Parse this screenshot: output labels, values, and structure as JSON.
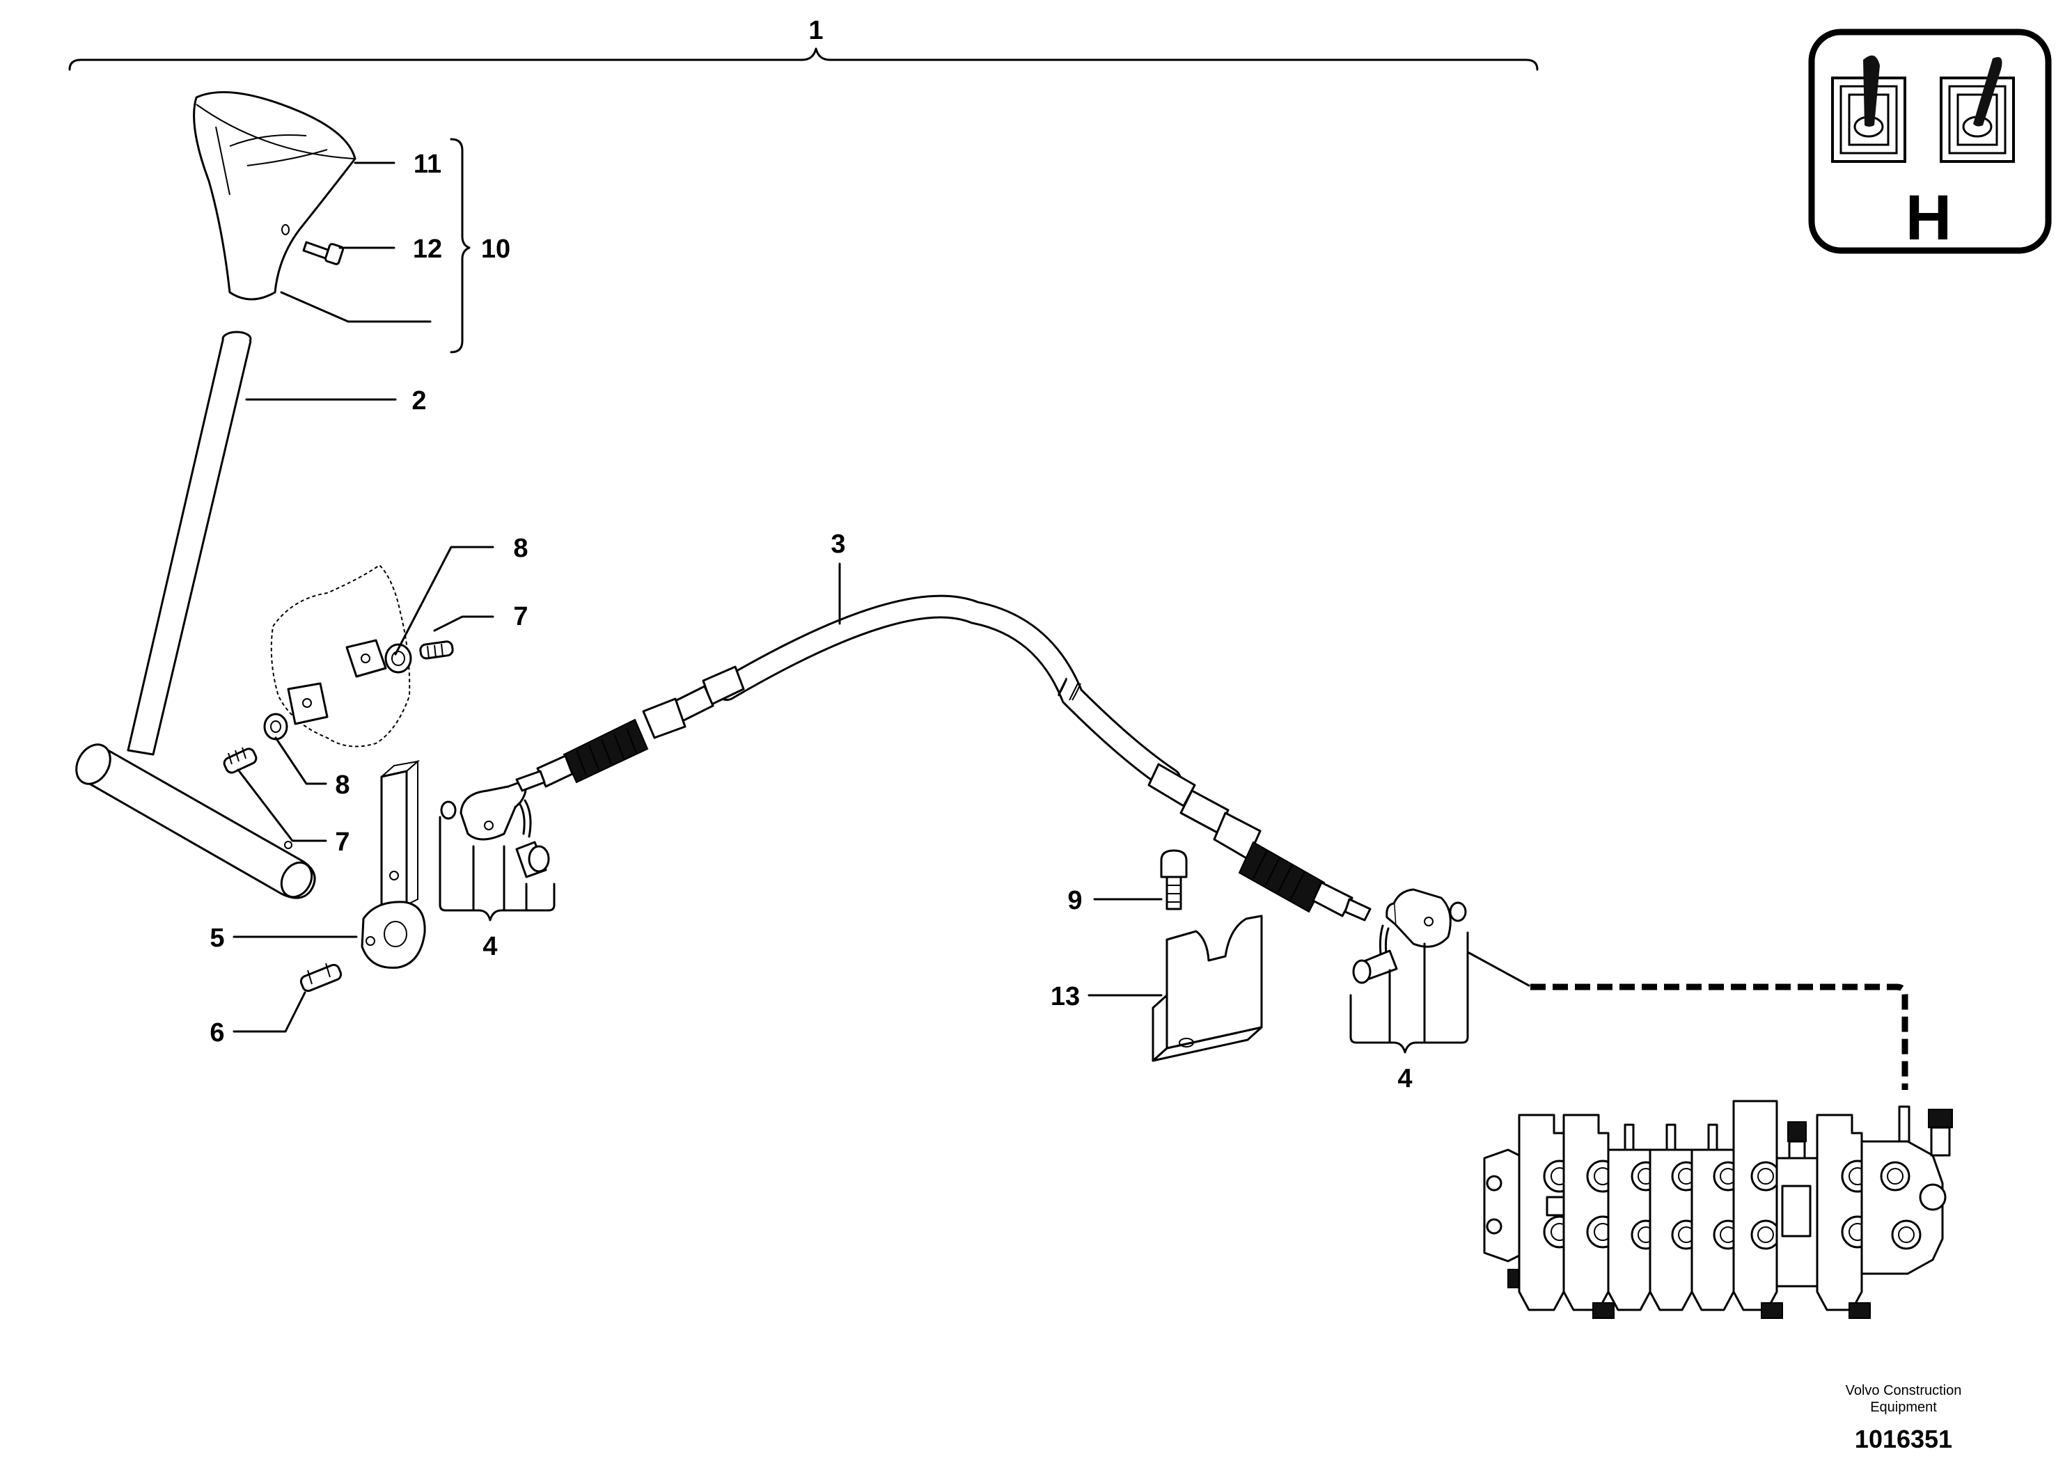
{
  "drawing_number": "1016351",
  "credit": {
    "line1": "Volvo Construction",
    "line2": "Equipment"
  },
  "symbol": {
    "letter": "H",
    "icon": "twin-joystick-control-icon"
  },
  "callouts": {
    "c1": "1",
    "c2": "2",
    "c3": "3",
    "c4a": "4",
    "c4b": "4",
    "c5": "5",
    "c6": "6",
    "c7a": "7",
    "c7b": "7",
    "c8a": "8",
    "c8b": "8",
    "c9": "9",
    "c10": "10",
    "c11": "11",
    "c12": "12",
    "c13": "13"
  },
  "parts": [
    "control-knob",
    "knob-screw",
    "lever-rod",
    "pivot-arm",
    "roll-pin",
    "set-screw",
    "nut",
    "control-cable",
    "cable-end-kit",
    "bracket",
    "bracket-screw",
    "control-valve-block"
  ]
}
